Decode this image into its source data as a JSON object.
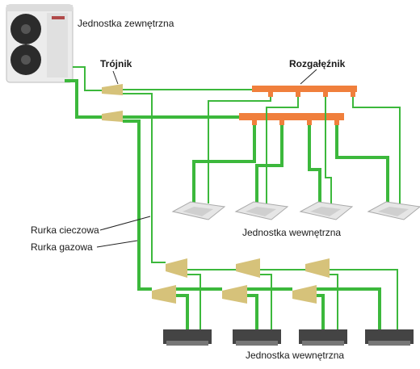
{
  "labels": {
    "outdoor_unit": "Jednostka zewnętrzna",
    "tee": "Trójnik",
    "distributor": "Rozgałęźnik",
    "indoor_unit_cassette": "Jednostka wewnętrzna",
    "liquid_pipe": "Rurka cieczowa",
    "gas_pipe": "Rurka gazowa",
    "indoor_unit_duct": "Jednostka wewnętrzna"
  },
  "colors": {
    "pipe": "#3cb83c",
    "header": "#f07f3c",
    "tee": "#d6c27a",
    "unit_body": "#e9e9e9",
    "cassette_grille": "#cfcfcf",
    "duct_body": "#444444"
  }
}
